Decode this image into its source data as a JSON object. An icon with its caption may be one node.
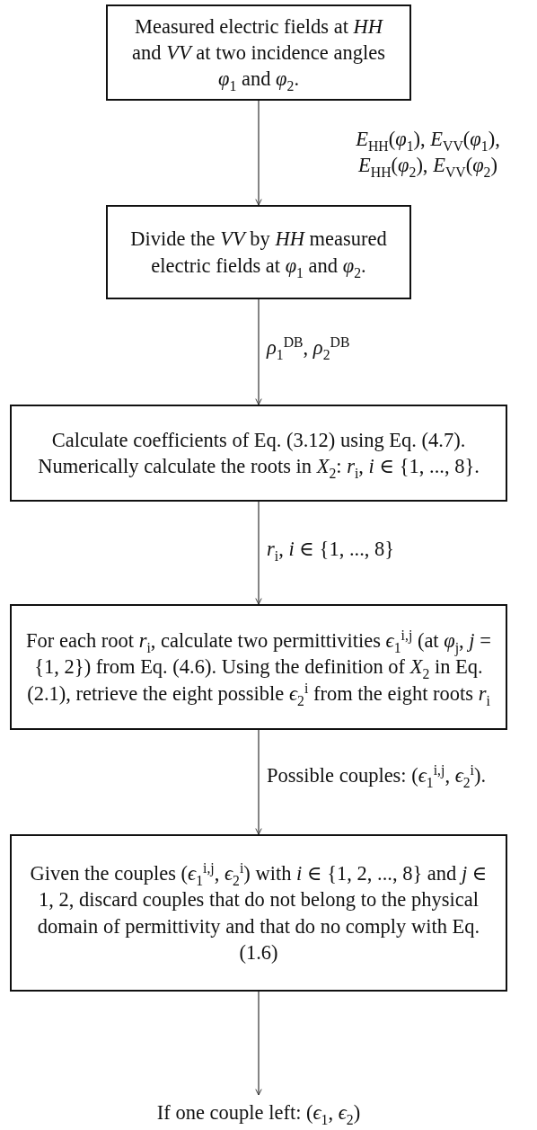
{
  "diagram": {
    "nodes": [
      {
        "text": [
          "Measured electric fields at *HH* and *VV* at two incidence angles *φ*$_{1}$ and *φ*$_{2}$."
        ]
      },
      {
        "text": [
          "Divide the *VV* by *HH* measured electric fields at *φ*$_{1}$ and *φ*$_{2}$."
        ]
      },
      {
        "text": [
          "Calculate coefficients of Eq. (3.12) using Eq. (4.7). Numerically calculate the roots in *X*$_{2}$: *r*$_{i}$, *i* ∈ {1, ..., 8}."
        ]
      },
      {
        "text": [
          "For each root *r*$_{i}$, calculate two permittivities *ϵ*$_{1}$$^{i,j}$ (at *φ*$_{j}$, *j* = {1, 2}) from Eq. (4.6). Using the definition of *X*$_{2}$ in Eq. (2.1), retrieve the eight possible *ϵ*$_{2}$$^{i}$ from the eight roots *r*$_{i}$"
        ]
      },
      {
        "text": [
          "Given the couples (*ϵ*$_{1}$$^{i,j}$, *ϵ*$_{2}$$^{i}$) with *i* ∈ {1, 2, ..., 8} and *j* ∈ 1, 2, discard couples that do not belong to the physical domain of permittivity and that do no comply with Eq. (1.6)"
        ]
      },
      {
        "text": [
          "If one couple left: (*ϵ*$_{1}$, *ϵ*$_{2}$)"
        ]
      }
    ],
    "edges": [
      {
        "from": 0,
        "to": 1,
        "arrow": "to",
        "label": "*E*$_{HH}$(*φ*$_{1}$), *E*$_{VV}$(*φ*$_{1}$), *E*$_{HH}$(*φ*$_{2}$), *E*$_{VV}$(*φ*$_{2}$)"
      },
      {
        "from": 1,
        "to": 2,
        "arrow": "to",
        "label": "*ρ*$_{1}$$^{DB}$, *ρ*$_{2}$$^{DB}$"
      },
      {
        "from": 2,
        "to": 3,
        "arrow": "to",
        "label": "*r*$_{i}$, *i* ∈ {1, ..., 8}"
      },
      {
        "from": 3,
        "to": 4,
        "arrow": "to",
        "label": "Possible couples: (*ϵ*$_{1}$$^{i,j}$, *ϵ*$_{2}$$^{i}$)."
      },
      {
        "from": 4,
        "to": 5,
        "arrow": "to"
      }
    ]
  }
}
